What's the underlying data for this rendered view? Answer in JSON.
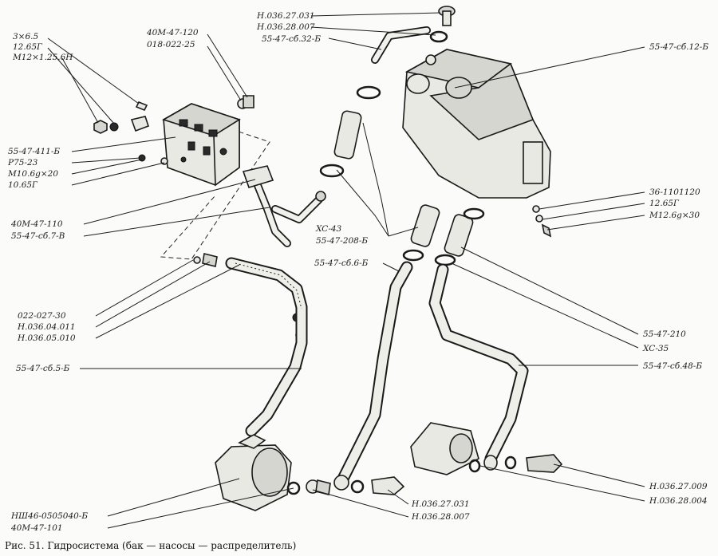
{
  "caption": "Рис. 51. Гидросистема (бак — насосы — распределитель)",
  "labels": [
    "3×6.5",
    "12.65Г",
    "M12×1.25.6H",
    "40M-47-120",
    "018-022-25",
    "H.036.27.031",
    "H.036.28.007",
    "55-47-сб.32-Б",
    "55-47-сб.12-Б",
    "55-47-411-Б",
    "P75-23",
    "M10.6g×20",
    "10.65Г",
    "36-1101120",
    "12.65Г",
    "M12.6g×30",
    "40M-47-110",
    "55-47-сб.7-В",
    "XC-43",
    "55-47-208-Б",
    "55-47-сб.6-Б",
    "022-027-30",
    "H.036.04.011",
    "H.036.05.010",
    "55-47-210",
    "XC-35",
    "55-47-сб.48-Б",
    "55-47-сб.5-Б",
    "H.036.27.009",
    "H.036.28.004",
    "HШ46-0505040-Б",
    "40M-47-101",
    "H.036.27.031",
    "H.036.28.007"
  ]
}
